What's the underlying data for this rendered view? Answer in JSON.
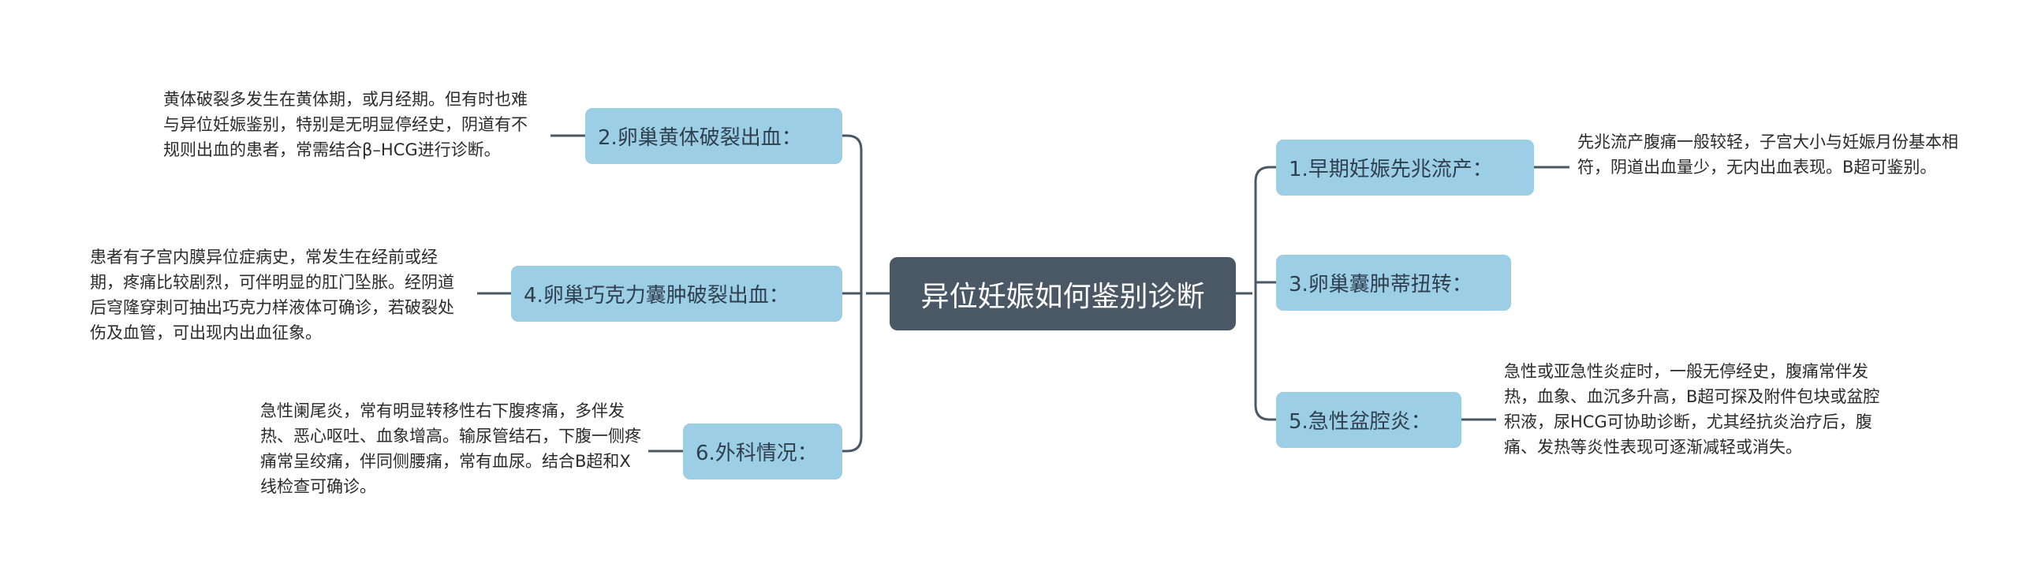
{
  "central": {
    "title": "异位妊娠如何鉴别诊断"
  },
  "branches": {
    "b1": {
      "label": "1.早期妊娠先兆流产：",
      "detail": "先兆流产腹痛一般较轻，子宫大小与妊娠月份基本相符，阴道出血量少，无内出血表现。B超可鉴别。"
    },
    "b2": {
      "label": "2.卵巢黄体破裂出血：",
      "detail": "黄体破裂多发生在黄体期，或月经期。但有时也难与异位妊娠鉴别，特别是无明显停经史，阴道有不规则出血的患者，常需结合β–HCG进行诊断。"
    },
    "b3": {
      "label": "3.卵巢囊肿蒂扭转：",
      "detail": ""
    },
    "b4": {
      "label": "4.卵巢巧克力囊肿破裂出血：",
      "detail": "患者有子宫内膜异位症病史，常发生在经前或经期，疼痛比较剧烈，可伴明显的肛门坠胀。经阴道后穹隆穿刺可抽出巧克力样液体可确诊，若破裂处伤及血管，可出现内出血征象。"
    },
    "b5": {
      "label": "5.急性盆腔炎：",
      "detail": "急性或亚急性炎症时，一般无停经史，腹痛常伴发热，血象、血沉多升高，B超可探及附件包块或盆腔积液，尿HCG可协助诊断，尤其经抗炎治疗后，腹痛、发热等炎性表现可逐渐减轻或消失。"
    },
    "b6": {
      "label": "6.外科情况：",
      "detail": "急性阑尾炎，常有明显转移性右下腹疼痛，多伴发热、恶心呕吐、血象增高。输尿管结石，下腹一侧疼痛常呈绞痛，伴同侧腰痛，常有血尿。结合B超和X线检查可确诊。"
    }
  }
}
